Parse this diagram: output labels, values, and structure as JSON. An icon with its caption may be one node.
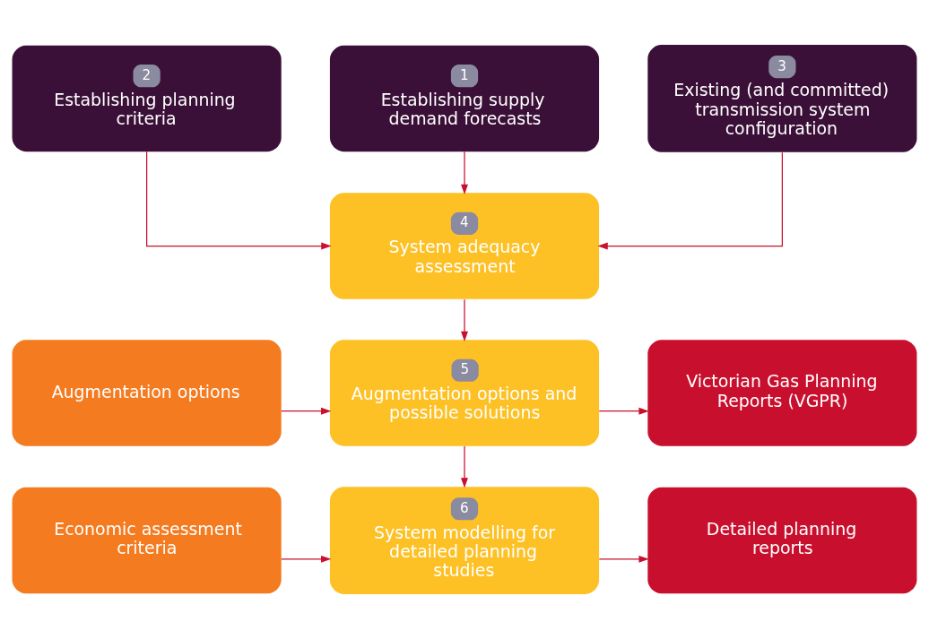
{
  "diagram": {
    "nodes": [
      {
        "text": [
          "1",
          "Establishing supply demand forecasts"
        ]
      },
      {
        "text": [
          "2",
          "Establishing planning criteria"
        ]
      },
      {
        "text": [
          "3",
          "Existing (and committed) transmission system configuration"
        ]
      },
      {
        "text": [
          "4",
          "System adequacy assessment"
        ]
      },
      {
        "text": [
          "Augmentation options"
        ]
      },
      {
        "text": [
          "5",
          "Augmentation options and possible solutions"
        ]
      },
      {
        "text": [
          "Victorian Gas Planning Reports (VGPR)"
        ]
      },
      {
        "text": [
          "Economic assessment criteria"
        ]
      },
      {
        "text": [
          "6",
          "System modelling for detailed planning studies"
        ]
      },
      {
        "text": [
          "Detailed planning reports"
        ]
      }
    ],
    "edges": [
      {
        "from": 0,
        "to": 3,
        "arrow": "to"
      },
      {
        "from": 1,
        "to": 3,
        "arrow": "to"
      },
      {
        "from": 2,
        "to": 3,
        "arrow": "to"
      },
      {
        "from": 3,
        "to": 5,
        "arrow": "to"
      },
      {
        "from": 4,
        "to": 5,
        "arrow": "to"
      },
      {
        "from": 5,
        "to": 6,
        "arrow": "to"
      },
      {
        "from": 5,
        "to": 8,
        "arrow": "to"
      },
      {
        "from": 7,
        "to": 8,
        "arrow": "to"
      },
      {
        "from": 8,
        "to": 9,
        "arrow": "to"
      }
    ]
  }
}
